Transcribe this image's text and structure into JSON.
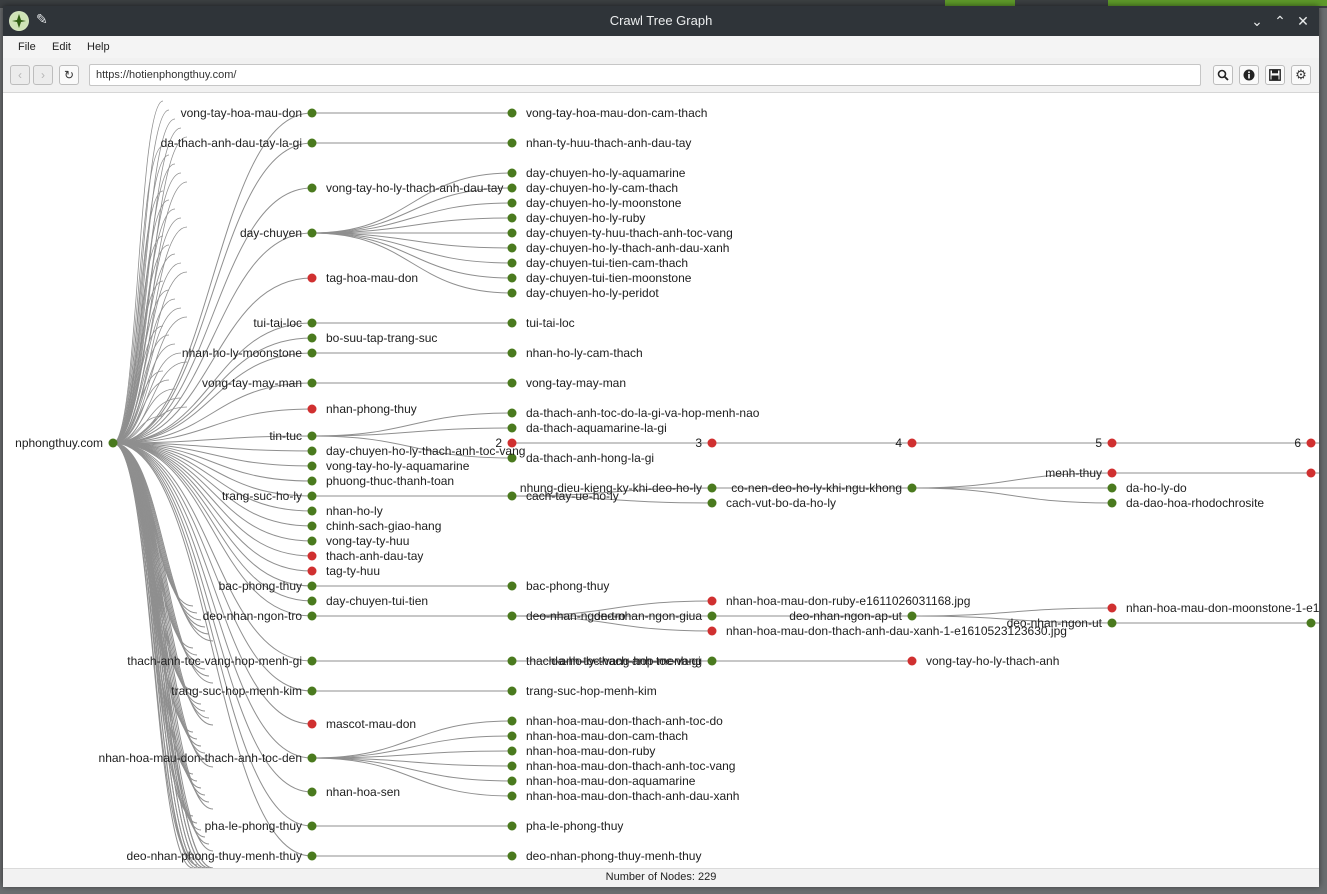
{
  "window": {
    "title": "Crawl Tree Graph",
    "controls": [
      "⌄",
      "⌃",
      "✕"
    ]
  },
  "menu": [
    "File",
    "Edit",
    "Help"
  ],
  "toolbar": {
    "url": "https://hotienphongthuy.com/",
    "back_icon": "chevron-left-icon",
    "forward_icon": "chevron-right-icon",
    "refresh_icon": "refresh-icon",
    "search_icon": "search-icon",
    "info_icon": "info-icon",
    "save_icon": "save-icon",
    "settings_icon": "gear-icon"
  },
  "colors": {
    "ok_node": "#4a7a1e",
    "error_node": "#d03030",
    "edge": "#8f8f8f"
  },
  "graph": {
    "root": "hotienphongthuy.com",
    "root_visible": "nphongthuy.com",
    "level_markers": [
      "2",
      "3",
      "4",
      "5",
      "6"
    ],
    "nodes": [
      {
        "label": "vong-tay-hoa-mau-don",
        "status": "ok",
        "children": [
          {
            "label": "vong-tay-hoa-mau-don-cam-thach",
            "status": "ok"
          }
        ]
      },
      {
        "label": "da-thach-anh-dau-tay-la-gi",
        "status": "ok",
        "children": [
          {
            "label": "nhan-ty-huu-thach-anh-dau-tay",
            "status": "ok"
          }
        ]
      },
      {
        "label": "vong-tay-ho-ly-thach-anh-dau-tay",
        "status": "ok"
      },
      {
        "label": "day-chuyen",
        "status": "ok",
        "children": [
          {
            "label": "day-chuyen-ho-ly-aquamarine",
            "status": "ok"
          },
          {
            "label": "day-chuyen-ho-ly-cam-thach",
            "status": "ok"
          },
          {
            "label": "day-chuyen-ho-ly-moonstone",
            "status": "ok"
          },
          {
            "label": "day-chuyen-ho-ly-ruby",
            "status": "ok"
          },
          {
            "label": "day-chuyen-ty-huu-thach-anh-toc-vang",
            "status": "ok"
          },
          {
            "label": "day-chuyen-ho-ly-thach-anh-dau-xanh",
            "status": "ok"
          },
          {
            "label": "day-chuyen-tui-tien-cam-thach",
            "status": "ok"
          },
          {
            "label": "day-chuyen-tui-tien-moonstone",
            "status": "ok"
          },
          {
            "label": "day-chuyen-ho-ly-peridot",
            "status": "ok"
          }
        ]
      },
      {
        "label": "tag-hoa-mau-don",
        "status": "error"
      },
      {
        "label": "tui-tai-loc",
        "status": "ok",
        "children": [
          {
            "label": "tui-tai-loc",
            "status": "ok"
          }
        ]
      },
      {
        "label": "bo-suu-tap-trang-suc",
        "status": "ok"
      },
      {
        "label": "nhan-ho-ly-moonstone",
        "status": "ok",
        "children": [
          {
            "label": "nhan-ho-ly-cam-thach",
            "status": "ok"
          }
        ]
      },
      {
        "label": "vong-tay-may-man",
        "status": "ok",
        "children": [
          {
            "label": "vong-tay-may-man",
            "status": "ok"
          }
        ]
      },
      {
        "label": "nhan-phong-thuy",
        "status": "error"
      },
      {
        "label": "tin-tuc",
        "status": "ok",
        "children": [
          {
            "label": "da-thach-anh-toc-do-la-gi-va-hop-menh-nao",
            "status": "ok"
          },
          {
            "label": "da-thach-aquamarine-la-gi",
            "status": "ok"
          },
          {
            "label": "da-thach-anh-hong-la-gi",
            "status": "ok"
          }
        ]
      },
      {
        "label": "day-chuyen-ho-ly-thach-anh-toc-vang",
        "status": "ok"
      },
      {
        "label": "vong-tay-ho-ly-aquamarine",
        "status": "ok"
      },
      {
        "label": "phuong-thuc-thanh-toan",
        "status": "ok"
      },
      {
        "label": "trang-suc-ho-ly",
        "status": "ok",
        "children": [
          {
            "label": "cach-tay-ue-ho-ly",
            "status": "ok"
          }
        ]
      },
      {
        "label": "nhan-ho-ly",
        "status": "ok"
      },
      {
        "label": "chinh-sach-giao-hang",
        "status": "ok"
      },
      {
        "label": "vong-tay-ty-huu",
        "status": "ok"
      },
      {
        "label": "thach-anh-dau-tay",
        "status": "error"
      },
      {
        "label": "tag-ty-huu",
        "status": "error"
      },
      {
        "label": "bac-phong-thuy",
        "status": "ok",
        "children": [
          {
            "label": "bac-phong-thuy",
            "status": "ok"
          }
        ]
      },
      {
        "label": "day-chuyen-tui-tien",
        "status": "ok"
      },
      {
        "label": "deo-nhan-ngon-tro",
        "status": "ok",
        "children": [
          {
            "label": "deo-nhan-ngon-tro",
            "status": "ok"
          }
        ]
      },
      {
        "label": "thach-anh-toc-vang-hop-menh-gi",
        "status": "ok",
        "children": [
          {
            "label": "thach-anh-toc-vang-hop-menh-gi",
            "status": "ok"
          }
        ]
      },
      {
        "label": "trang-suc-hop-menh-kim",
        "status": "ok",
        "children": [
          {
            "label": "trang-suc-hop-menh-kim",
            "status": "ok"
          }
        ]
      },
      {
        "label": "mascot-mau-don",
        "status": "error"
      },
      {
        "label": "nhan-hoa-mau-don-thach-anh-toc-den",
        "status": "ok",
        "children": [
          {
            "label": "nhan-hoa-mau-don-thach-anh-toc-do",
            "status": "ok"
          },
          {
            "label": "nhan-hoa-mau-don-cam-thach",
            "status": "ok"
          },
          {
            "label": "nhan-hoa-mau-don-ruby",
            "status": "ok"
          },
          {
            "label": "nhan-hoa-mau-don-thach-anh-toc-vang",
            "status": "ok"
          },
          {
            "label": "nhan-hoa-mau-don-aquamarine",
            "status": "ok"
          },
          {
            "label": "nhan-hoa-mau-don-thach-anh-dau-xanh",
            "status": "ok"
          }
        ]
      },
      {
        "label": "nhan-hoa-sen",
        "status": "ok"
      },
      {
        "label": "pha-le-phong-thuy",
        "status": "ok",
        "children": [
          {
            "label": "pha-le-phong-thuy",
            "status": "ok"
          }
        ]
      },
      {
        "label": "deo-nhan-phong-thuy-menh-thuy",
        "status": "ok",
        "children": [
          {
            "label": "deo-nhan-phong-thuy-menh-thuy",
            "status": "ok"
          }
        ]
      }
    ],
    "deep_nodes": [
      {
        "label": "nhung-dieu-kieng-ky-khi-deo-ho-ly",
        "status": "ok"
      },
      {
        "label": "co-nen-deo-ho-ly-khi-ngu-khong",
        "status": "ok"
      },
      {
        "label": "cach-vut-bo-da-ho-ly",
        "status": "ok"
      },
      {
        "label": "menh-thuy",
        "status": "error"
      },
      {
        "label": "da-ho-ly-do",
        "status": "ok"
      },
      {
        "label": "da-dao-hoa-rhodochrosite",
        "status": "ok"
      },
      {
        "label": "deo-nhan-ngon-giua",
        "status": "ok"
      },
      {
        "label": "nhan-hoa-mau-don-ruby-e1611026031168.jpg",
        "status": "error"
      },
      {
        "label": "nhan-hoa-mau-don-thach-anh-dau-xanh-1-e1610523123630.jpg",
        "status": "error"
      },
      {
        "label": "deo-nhan-ngon-ap-ut",
        "status": "ok"
      },
      {
        "label": "deo-nhan-ngon-ut",
        "status": "ok"
      },
      {
        "label": "nhan-hoa-mau-don-moonstone-1-e1",
        "status": "error"
      },
      {
        "label": "da-ho-ly-thach-anh-toc-vang",
        "status": "ok"
      },
      {
        "label": "vong-tay-ho-ly-thach-anh",
        "status": "error"
      }
    ]
  },
  "status": {
    "label": "Number of Nodes: 229"
  }
}
